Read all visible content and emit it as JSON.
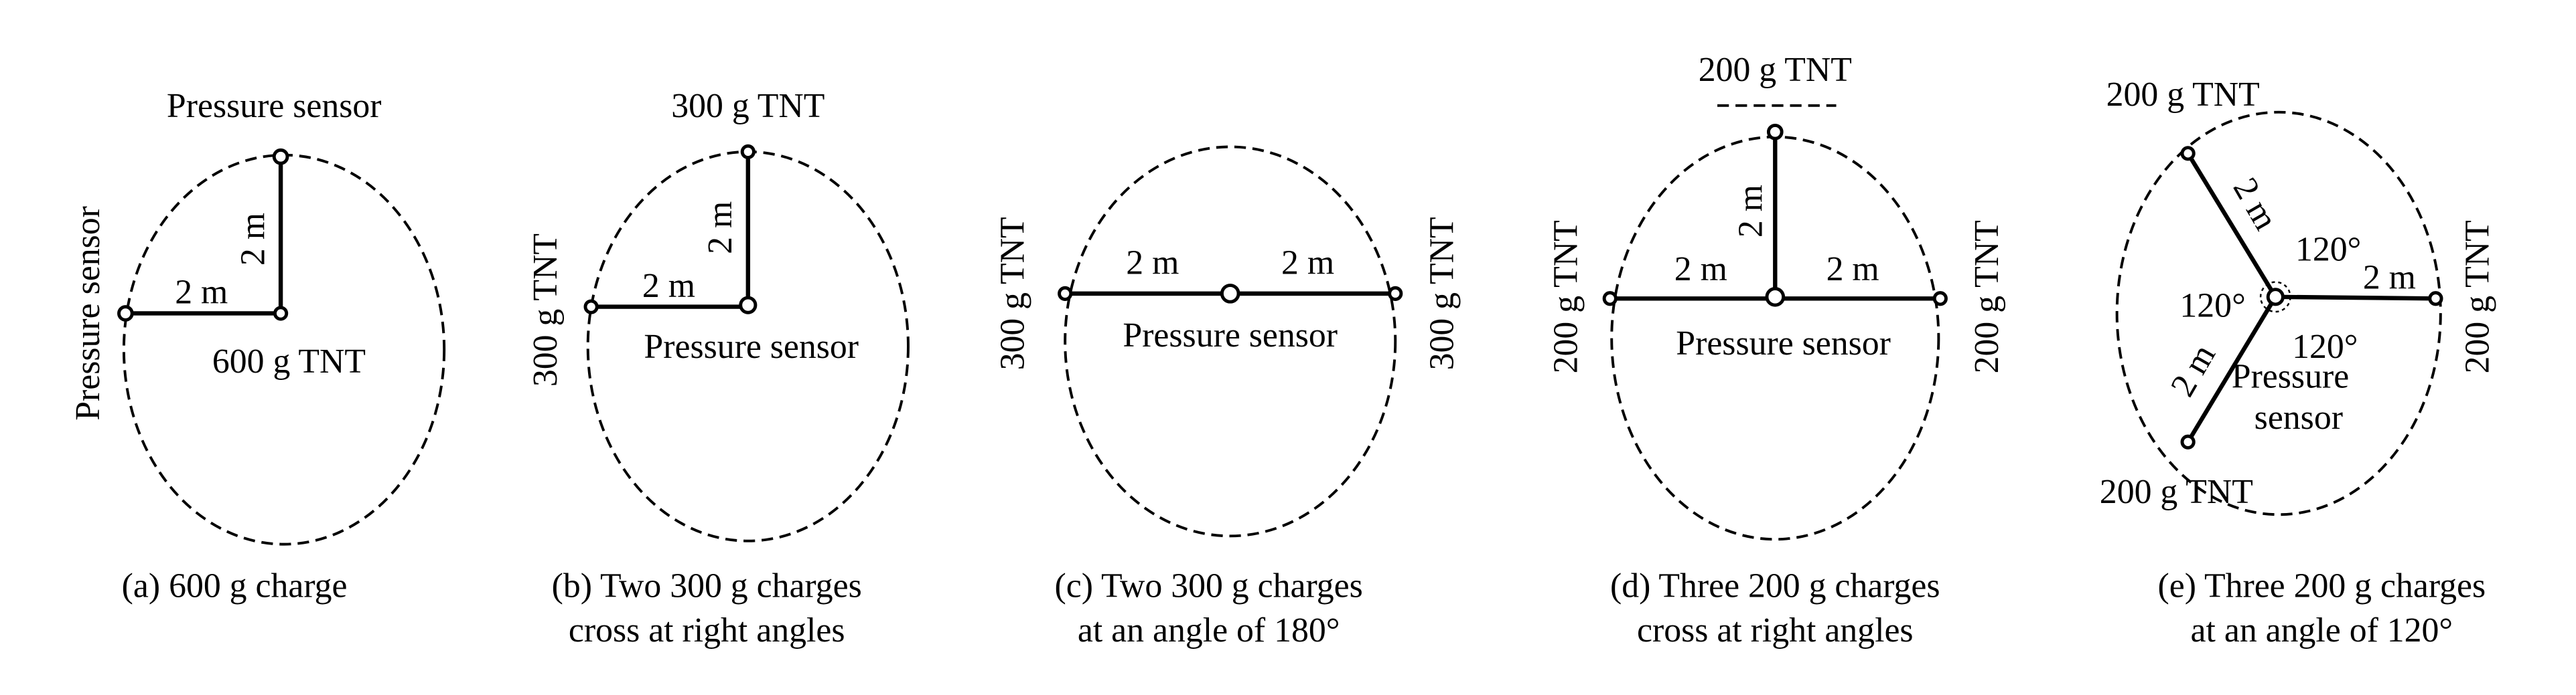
{
  "panels": {
    "a": {
      "top_label": "Pressure sensor",
      "left_label": "Pressure sensor",
      "dist_h": "2 m",
      "dist_v": "2 m",
      "center_label": "600 g TNT",
      "caption": [
        "(a)  600 g charge"
      ]
    },
    "b": {
      "top_label": "300 g TNT",
      "left_label": "300 g TNT",
      "dist_h": "2 m",
      "dist_v": "2 m",
      "center_label": "Pressure sensor",
      "caption": [
        "(b)  Two 300 g charges",
        "cross at right angles"
      ]
    },
    "c": {
      "left_label": "300 g TNT",
      "right_label": "300 g TNT",
      "dist_l": "2 m",
      "dist_r": "2 m",
      "center_label": "Pressure sensor",
      "caption": [
        "(c)  Two 300 g charges",
        "at  an angle of 180°"
      ]
    },
    "d": {
      "top_label": "200 g TNT",
      "left_label": "200 g TNT",
      "right_label": "200 g TNT",
      "dist_l": "2 m",
      "dist_r": "2 m",
      "dist_v": "2 m",
      "center_label": "Pressure sensor",
      "caption": [
        "(d)  Three 200 g charges",
        "cross at right angles"
      ]
    },
    "e": {
      "top_label": "200 g TNT",
      "bottom_label": "200 g TNT",
      "right_label": "200 g TNT",
      "dist_ul": "2 m",
      "dist_r": "2 m",
      "dist_ll": "2 m",
      "angle_1": "120°",
      "angle_2": "120°",
      "angle_3": "120°",
      "center_label": [
        "Pressure",
        "sensor"
      ],
      "caption": [
        "(e)  Three 200 g charges",
        "at an angle of 120°"
      ]
    }
  }
}
